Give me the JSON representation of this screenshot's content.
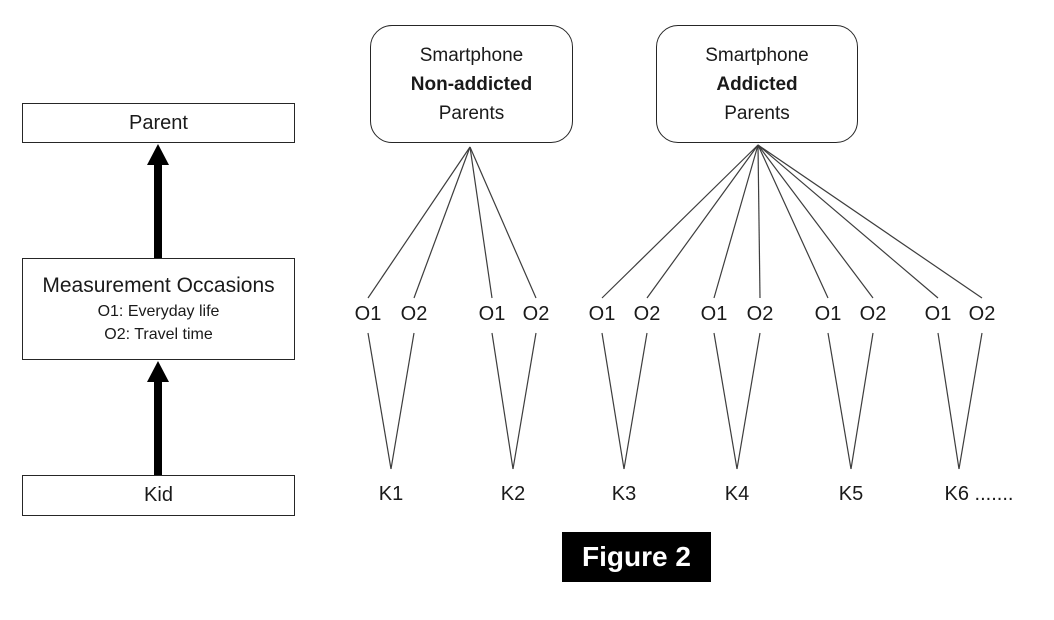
{
  "figure": {
    "label": "Figure 2"
  },
  "left_flow": {
    "parent_box": "Parent",
    "measurement_box": {
      "title": "Measurement Occasions",
      "o1": "O1: Everyday life",
      "o2": "O2: Travel time"
    },
    "kid_box": "Kid"
  },
  "groups": [
    {
      "line1": "Smartphone",
      "line2": "Non-addicted",
      "line3": "Parents"
    },
    {
      "line1": "Smartphone",
      "line2": "Addicted",
      "line3": "Parents"
    }
  ],
  "occasions": [
    "O1",
    "O2",
    "O1",
    "O2",
    "O1",
    "O2",
    "O1",
    "O2",
    "O1",
    "O2",
    "O1",
    "O2"
  ],
  "kids": [
    "K1",
    "K2",
    "K3",
    "K4",
    "K5",
    "K6 ......."
  ],
  "colors": {
    "background": "#ffffff",
    "thin_line": "#3d3d3d",
    "box_border": "#262626",
    "arrow": "#000000",
    "figure_bg": "#000000",
    "figure_text": "#ffffff"
  }
}
